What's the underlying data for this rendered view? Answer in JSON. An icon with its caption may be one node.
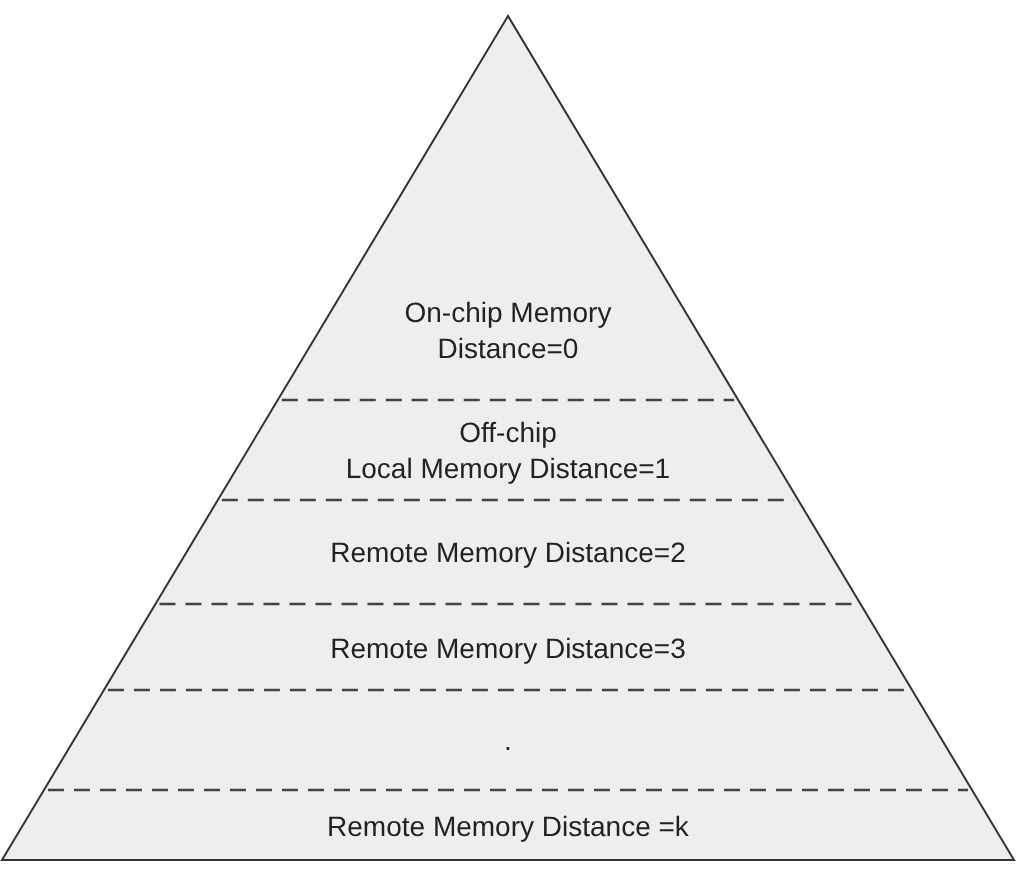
{
  "diagram": {
    "nodes": [
      {
        "text": [
          "On-chip Memory Distance=0"
        ]
      },
      {
        "text": [
          "Off-chip",
          "Local Memory Distance=1"
        ]
      },
      {
        "text": [
          "Remote Memory Distance=2"
        ]
      },
      {
        "text": [
          "Remote Memory Distance=3"
        ]
      },
      {
        "text": [
          "."
        ]
      },
      {
        "text": [
          "Remote Memory Distance =k"
        ]
      }
    ]
  }
}
